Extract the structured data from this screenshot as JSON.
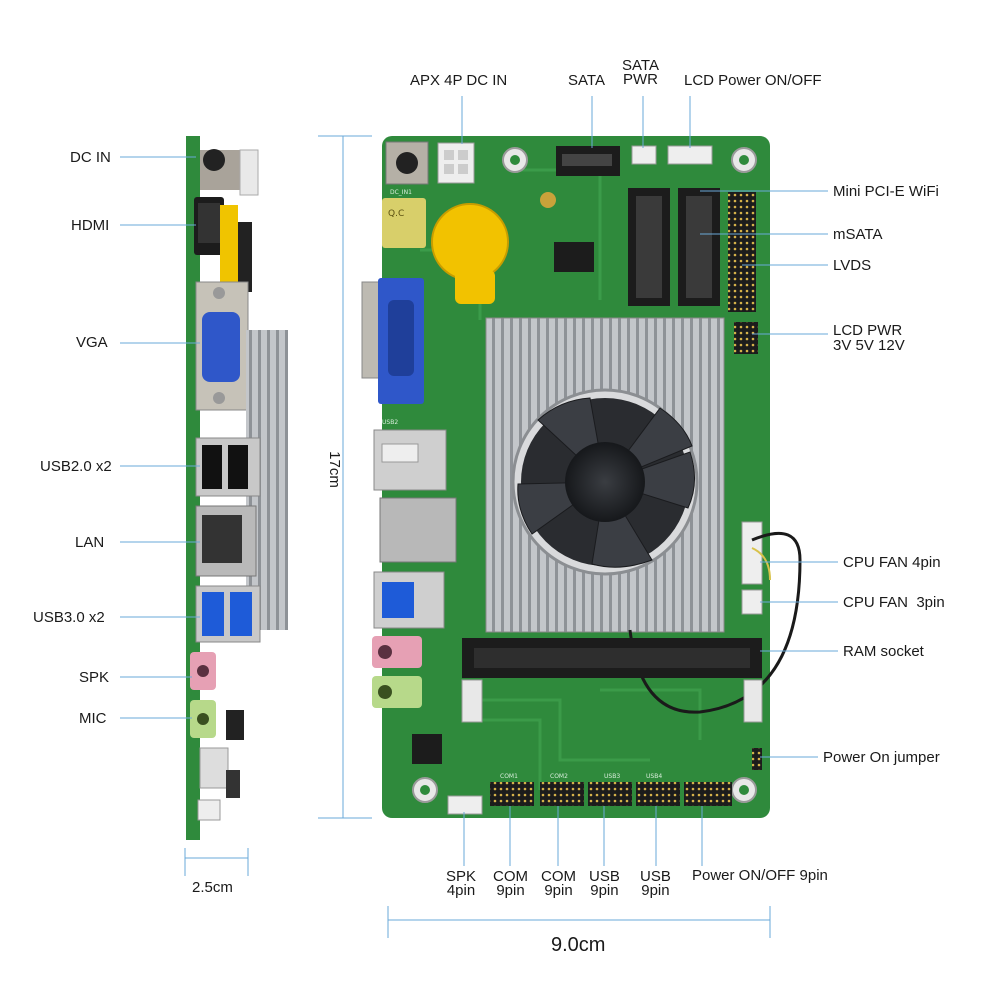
{
  "side_labels": {
    "dc_in": "DC IN",
    "hdmi": "HDMI",
    "vga": "VGA",
    "usb2": "USB2.0 x2",
    "lan": "LAN",
    "usb3": "USB3.0 x2",
    "spk": "SPK",
    "mic": "MIC"
  },
  "top_labels": {
    "apx": "APX 4P DC IN",
    "sata": "SATA",
    "sata_pwr_1": "SATA",
    "sata_pwr_2": "PWR",
    "lcd_power": "LCD Power ON/OFF"
  },
  "right_labels": {
    "mini_pcie": "Mini PCI-E WiFi",
    "msata": "mSATA",
    "lvds": "LVDS",
    "lcd_pwr_1": "LCD PWR",
    "lcd_pwr_2": "3V 5V 12V",
    "cpu_fan4": "CPU FAN 4pin",
    "cpu_fan3": "CPU FAN  3pin",
    "ram": "RAM socket",
    "power_jumper": "Power On jumper"
  },
  "bottom_labels": {
    "spk_1": "SPK",
    "spk_2": "4pin",
    "com1_1": "COM",
    "com1_2": "9pin",
    "com2_1": "COM",
    "com2_2": "9pin",
    "usb1_1": "USB",
    "usb1_2": "9pin",
    "usb2_1": "USB",
    "usb2_2": "9pin",
    "power_onoff": "Power ON/OFF 9pin"
  },
  "dimensions": {
    "height": "17cm",
    "thickness": "2.5cm",
    "width": "9.0cm"
  },
  "board_silkscreen": {
    "dc_in": "DC_IN1",
    "usb": "USB2",
    "usb3": "USB3",
    "usb3b": "USB4",
    "com1": "COM1",
    "com2": "COM2",
    "qc": "Q.C"
  },
  "colors": {
    "pcb": "#2f8a3c",
    "pcb_dark": "#1f6b2c",
    "leader": "#6aa9d8",
    "heatsink": "#b9bcc0",
    "vga_blue": "#2f57c9",
    "usb3_blue": "#1e5bd8",
    "battery_yellow": "#f2c200",
    "spk_pink": "#e6a0b4",
    "mic_green": "#b7d98a"
  }
}
